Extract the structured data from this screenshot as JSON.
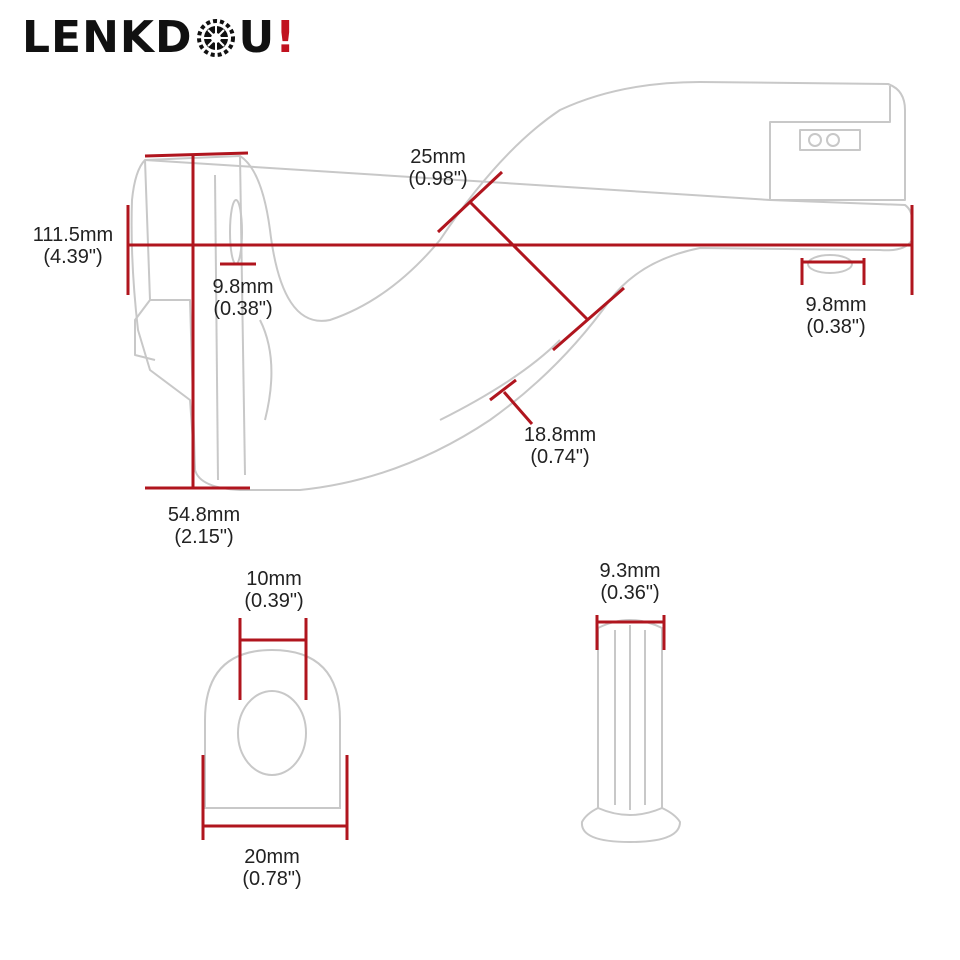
{
  "brand": {
    "prefix": "LENKD",
    "suffix": "U",
    "bang": "!",
    "accent_color": "#c1121f"
  },
  "dimension_color": "#b0151e",
  "bracket": {
    "height": {
      "mm": "111.5mm",
      "inch": "(4.39\")"
    },
    "width": {
      "mm": "54.8mm",
      "inch": "(2.15\")"
    },
    "bend_width": {
      "mm": "25mm",
      "inch": "(0.98\")"
    },
    "hole_left": {
      "mm": "9.8mm",
      "inch": "(0.38\")"
    },
    "hole_right": {
      "mm": "9.8mm",
      "inch": "(0.38\")"
    },
    "thickness": {
      "mm": "18.8mm",
      "inch": "(0.74\")"
    }
  },
  "spacer": {
    "hole": {
      "mm": "10mm",
      "inch": "(0.39\")"
    },
    "width": {
      "mm": "20mm",
      "inch": "(0.78\")"
    }
  },
  "pin": {
    "diameter": {
      "mm": "9.3mm",
      "inch": "(0.36\")"
    }
  }
}
